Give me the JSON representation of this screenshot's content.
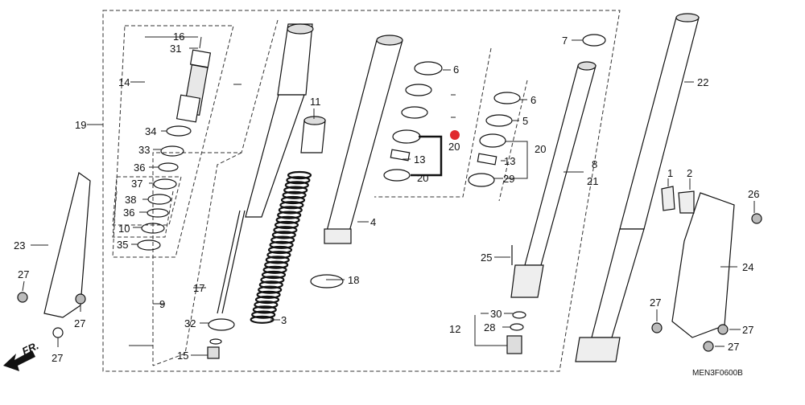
{
  "callouts": {
    "p1": "1",
    "p2": "2",
    "p3": "3",
    "p4": "4",
    "p5": "5",
    "p6a": "6",
    "p6b": "6",
    "p7": "7",
    "p8": "8",
    "p9": "9",
    "p10": "10",
    "p11": "11",
    "p12": "12",
    "p13a": "13",
    "p13b": "13",
    "p14": "14",
    "p15": "15",
    "p16": "16",
    "p17": "17",
    "p18": "18",
    "p19": "19",
    "p20a": "20",
    "p20b": "20",
    "p20c": "20",
    "p21": "21",
    "p22": "22",
    "p23": "23",
    "p24": "24",
    "p25": "25",
    "p26": "26",
    "p27a": "27",
    "p27b": "27",
    "p27c": "27",
    "p27d": "27",
    "p27e": "27",
    "p27f": "27",
    "p28": "28",
    "p29": "29",
    "p30": "30",
    "p31": "31",
    "p32": "32",
    "p33": "33",
    "p34": "34",
    "p35": "35",
    "p36a": "36",
    "p36b": "36",
    "p37": "37",
    "p38": "38"
  },
  "front_indicator": "FR.",
  "diagram_code": "MEN3F0600B",
  "colors": {
    "line": "#111111",
    "marker": "#e0282d",
    "background": "#ffffff"
  }
}
